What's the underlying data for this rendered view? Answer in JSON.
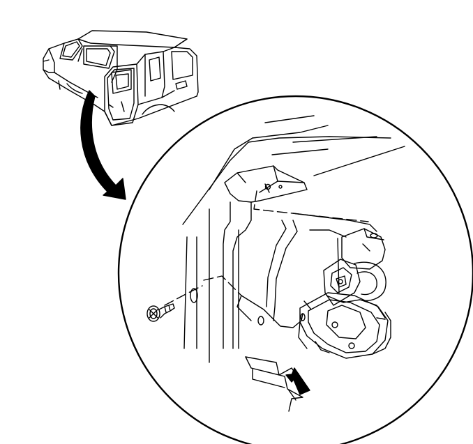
{
  "figure": {
    "type": "technical-line-illustration",
    "line_color": "#000000",
    "background_color": "#ffffff",
    "parts": [
      "van-body-overview-icon",
      "callout-arrow-icon",
      "detail-view-circle",
      "mounting-bracket",
      "mounting-screw",
      "door-hinge-assembly",
      "direction-arrow-icon"
    ]
  }
}
